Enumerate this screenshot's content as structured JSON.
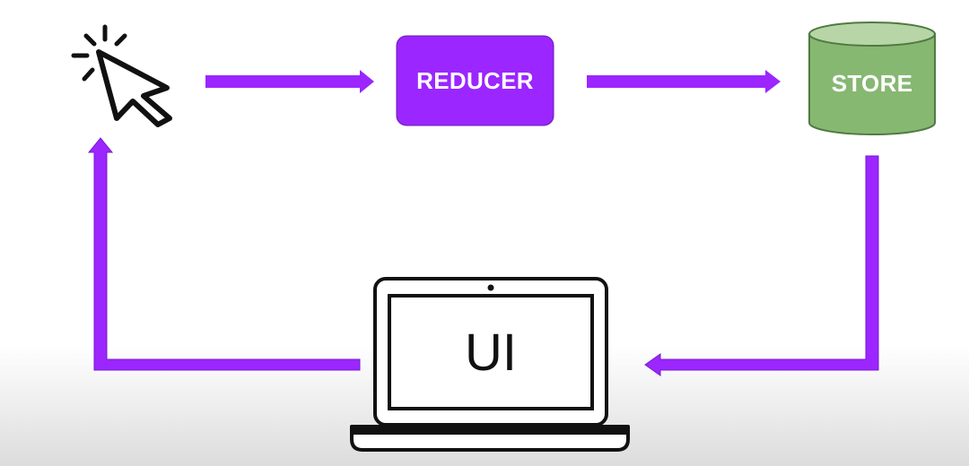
{
  "nodes": {
    "reducer": {
      "label": "REDUCER",
      "color": "#9b26ff"
    },
    "store": {
      "label": "STORE",
      "color": "#86b872"
    },
    "ui": {
      "label": "UI"
    }
  },
  "colors": {
    "arrow": "#9b26ff",
    "outline": "#111111",
    "store_top": "#b7d5a6"
  },
  "icons": {
    "action": "cursor-click-icon",
    "ui": "laptop-icon"
  }
}
